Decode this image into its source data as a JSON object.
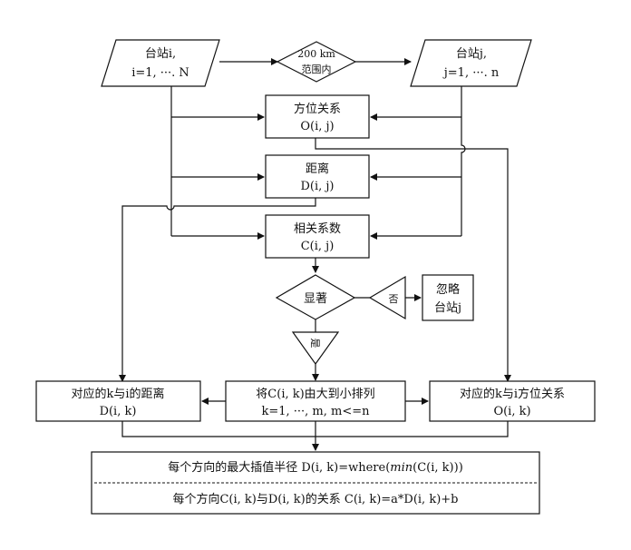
{
  "nodes": {
    "station_i": {
      "line1": "台站i,",
      "line2": "i=1, ···. N"
    },
    "within_range": {
      "line1": "200 km",
      "line2": "范围内"
    },
    "station_j": {
      "line1": "台站j,",
      "line2": "j=1, ···. n"
    },
    "orientation": {
      "line1": "方位关系",
      "line2": "O(i, j)"
    },
    "distance": {
      "line1": "距离",
      "line2": "D(i, j)"
    },
    "correlation": {
      "line1": "相关系数",
      "line2": "C(i, j)"
    },
    "significant": {
      "label": "显著"
    },
    "no": {
      "label": "否"
    },
    "ignore": {
      "line1": "忽略",
      "line2": "台站j"
    },
    "yes": {
      "label": "是"
    },
    "k_distance": {
      "line1": "对应的k与i的距离",
      "line2": "D(i, k)"
    },
    "sort": {
      "line1": "将C(i, k)由大到小排列",
      "line2": "k=1, ···, m,  m<=n"
    },
    "k_orientation": {
      "line1": "对应的k与i方位关系",
      "line2": "O(i, k)"
    },
    "result": {
      "line1_prefix": "每个方向的最大插值半径 D(i, k)=where(",
      "line1_fn": "min",
      "line1_suffix": "(C(i, k)))",
      "line2": "每个方向C(i, k)与D(i, k)的关系 C(i, k)=a*D(i, k)+b"
    }
  },
  "colors": {
    "stroke": "#111111",
    "background": "#ffffff"
  }
}
